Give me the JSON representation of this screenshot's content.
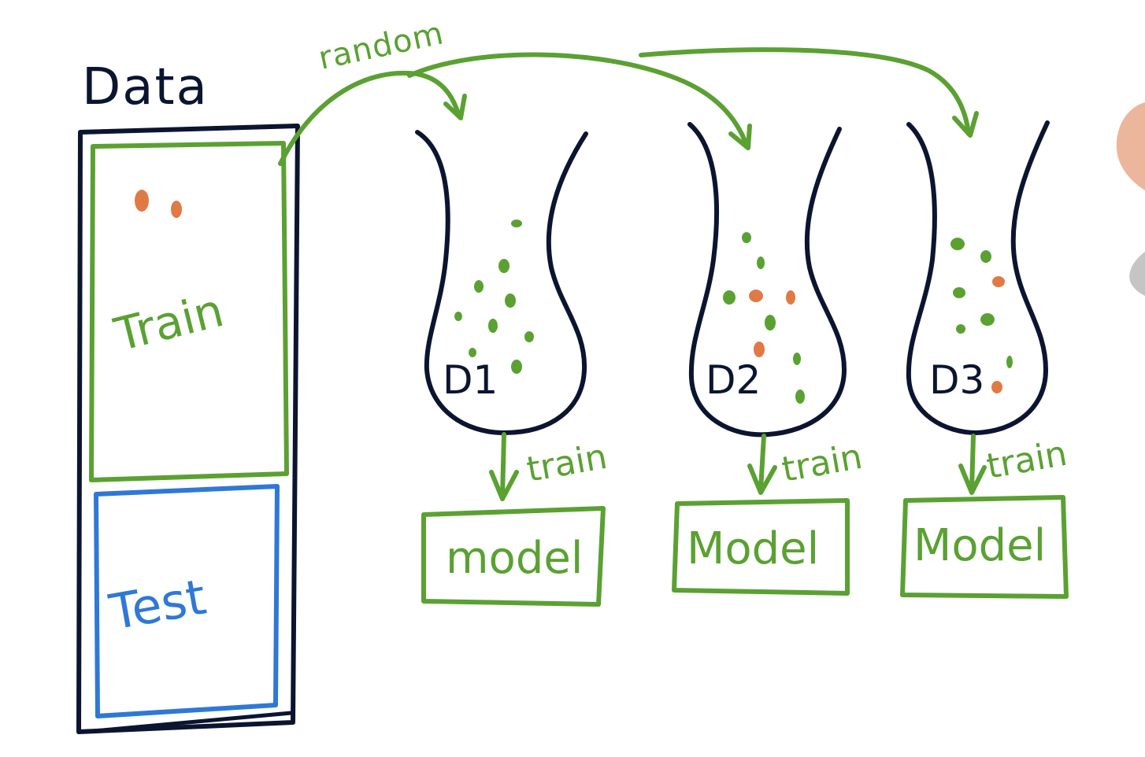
{
  "labels": {
    "data": "Data",
    "random": "random",
    "train_box": "Train",
    "test_box": "Test"
  },
  "bags": [
    {
      "label": "D1",
      "arrow_label": "train",
      "model_label": "model"
    },
    {
      "label": "D2",
      "arrow_label": "train",
      "model_label": "Model"
    },
    {
      "label": "D3",
      "arrow_label": "train",
      "model_label": "Model"
    }
  ],
  "colors": {
    "ink": "#0b1530",
    "train": "#5aa132",
    "test": "#2f78d6",
    "outlier_dot": "#e07a45"
  }
}
